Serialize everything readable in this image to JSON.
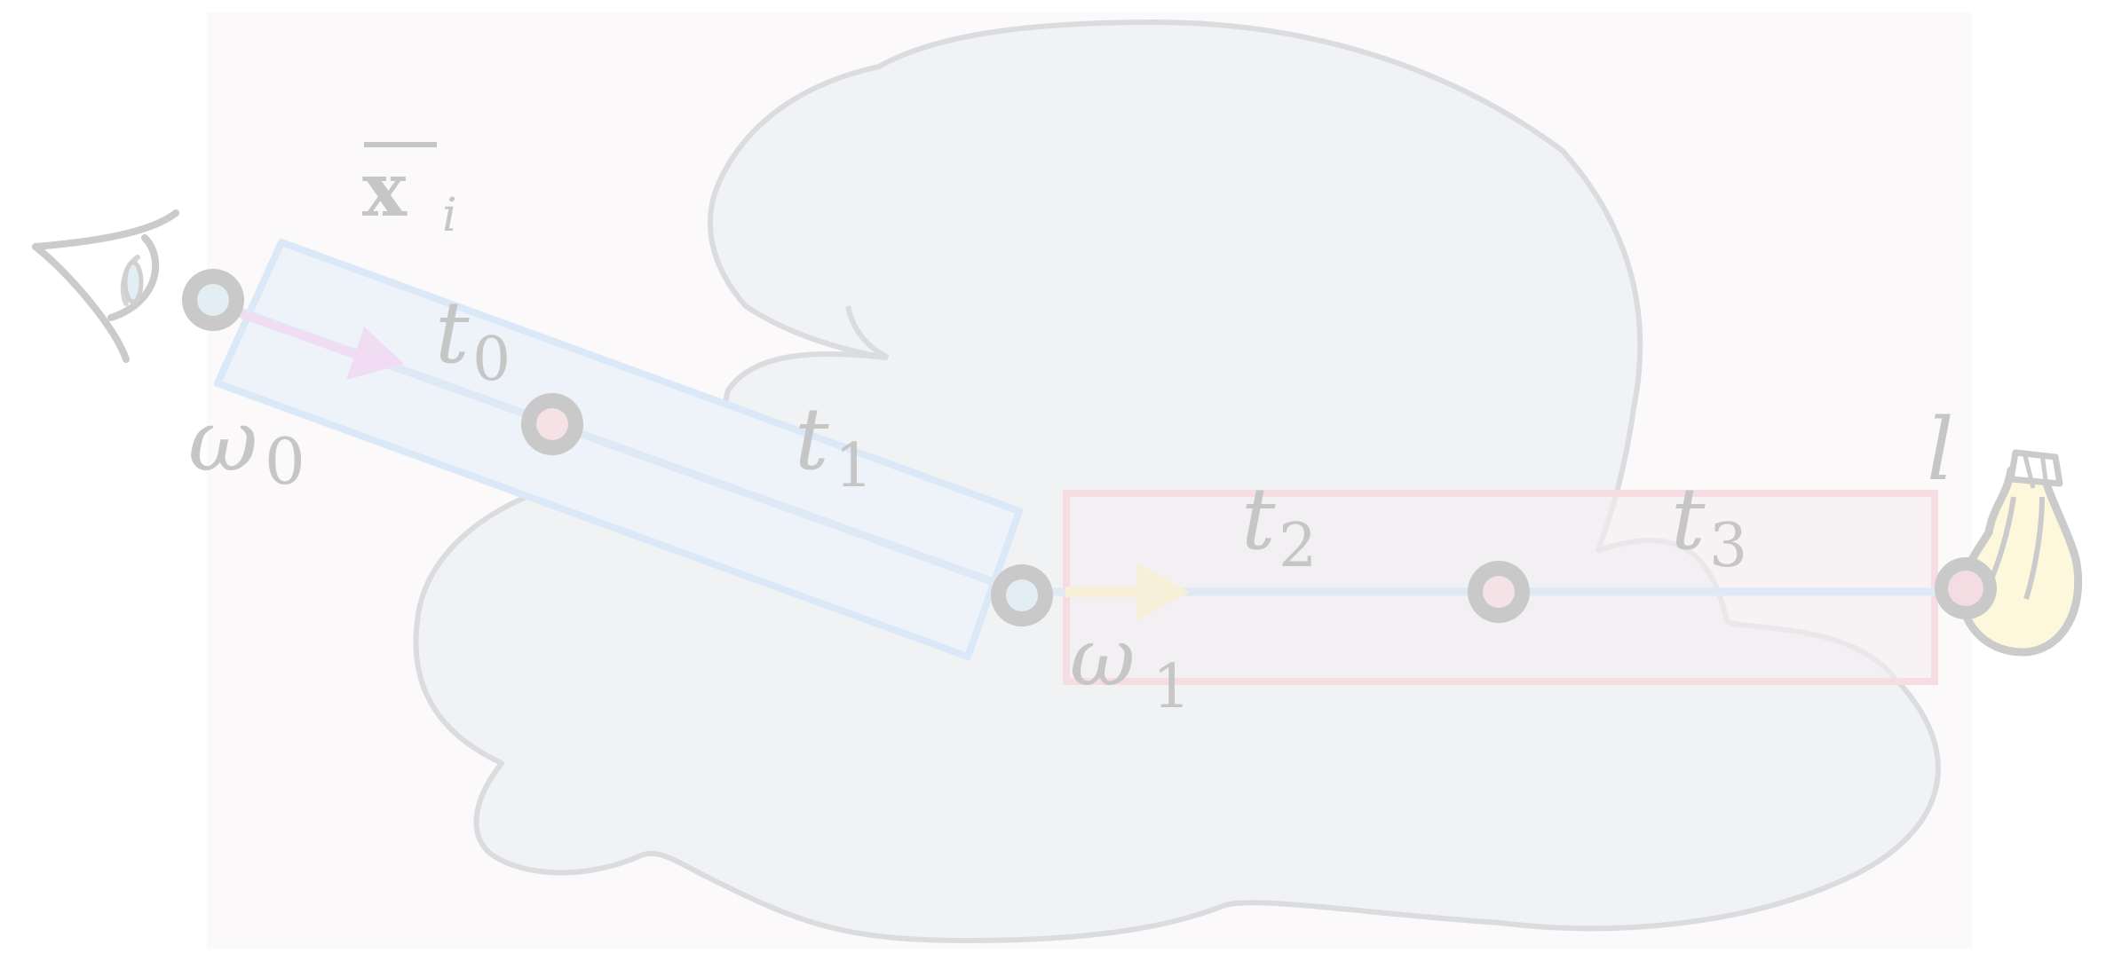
{
  "labels": {
    "xbar_base": "x",
    "xbar_sub": "i",
    "t0_base": "t",
    "t0_sub": "0",
    "t1_base": "t",
    "t1_sub": "1",
    "t2_base": "t",
    "t2_sub": "2",
    "t3_base": "t",
    "t3_sub": "3",
    "w0_base": "ω",
    "w0_sub": "0",
    "w1_base": "ω",
    "w1_sub": "1",
    "l": "l"
  },
  "colors": {
    "background": "#fbf9fa",
    "cloud_fill": "#f1f2f4",
    "cloud_stroke": "#dadcdf",
    "blue_box_stroke": "#dbe8f7",
    "blue_box_fill": "#eef3fa",
    "pink_box_stroke": "#f5dde1",
    "pink_box_fill": "#f5eef1",
    "ray": "#dfe9f6",
    "arrow_pink": "#f0dcf3",
    "arrow_yellow": "#f7efd8",
    "vertex_ring": "#c9c9c9",
    "vertex_light": "#e2eef3",
    "vertex_pink": "#f4e2e6",
    "light_bulb": "#fdf8dc",
    "label": "#c6c6c6"
  },
  "icons": {
    "eye": "eye-icon",
    "light": "light-bulb-icon"
  }
}
